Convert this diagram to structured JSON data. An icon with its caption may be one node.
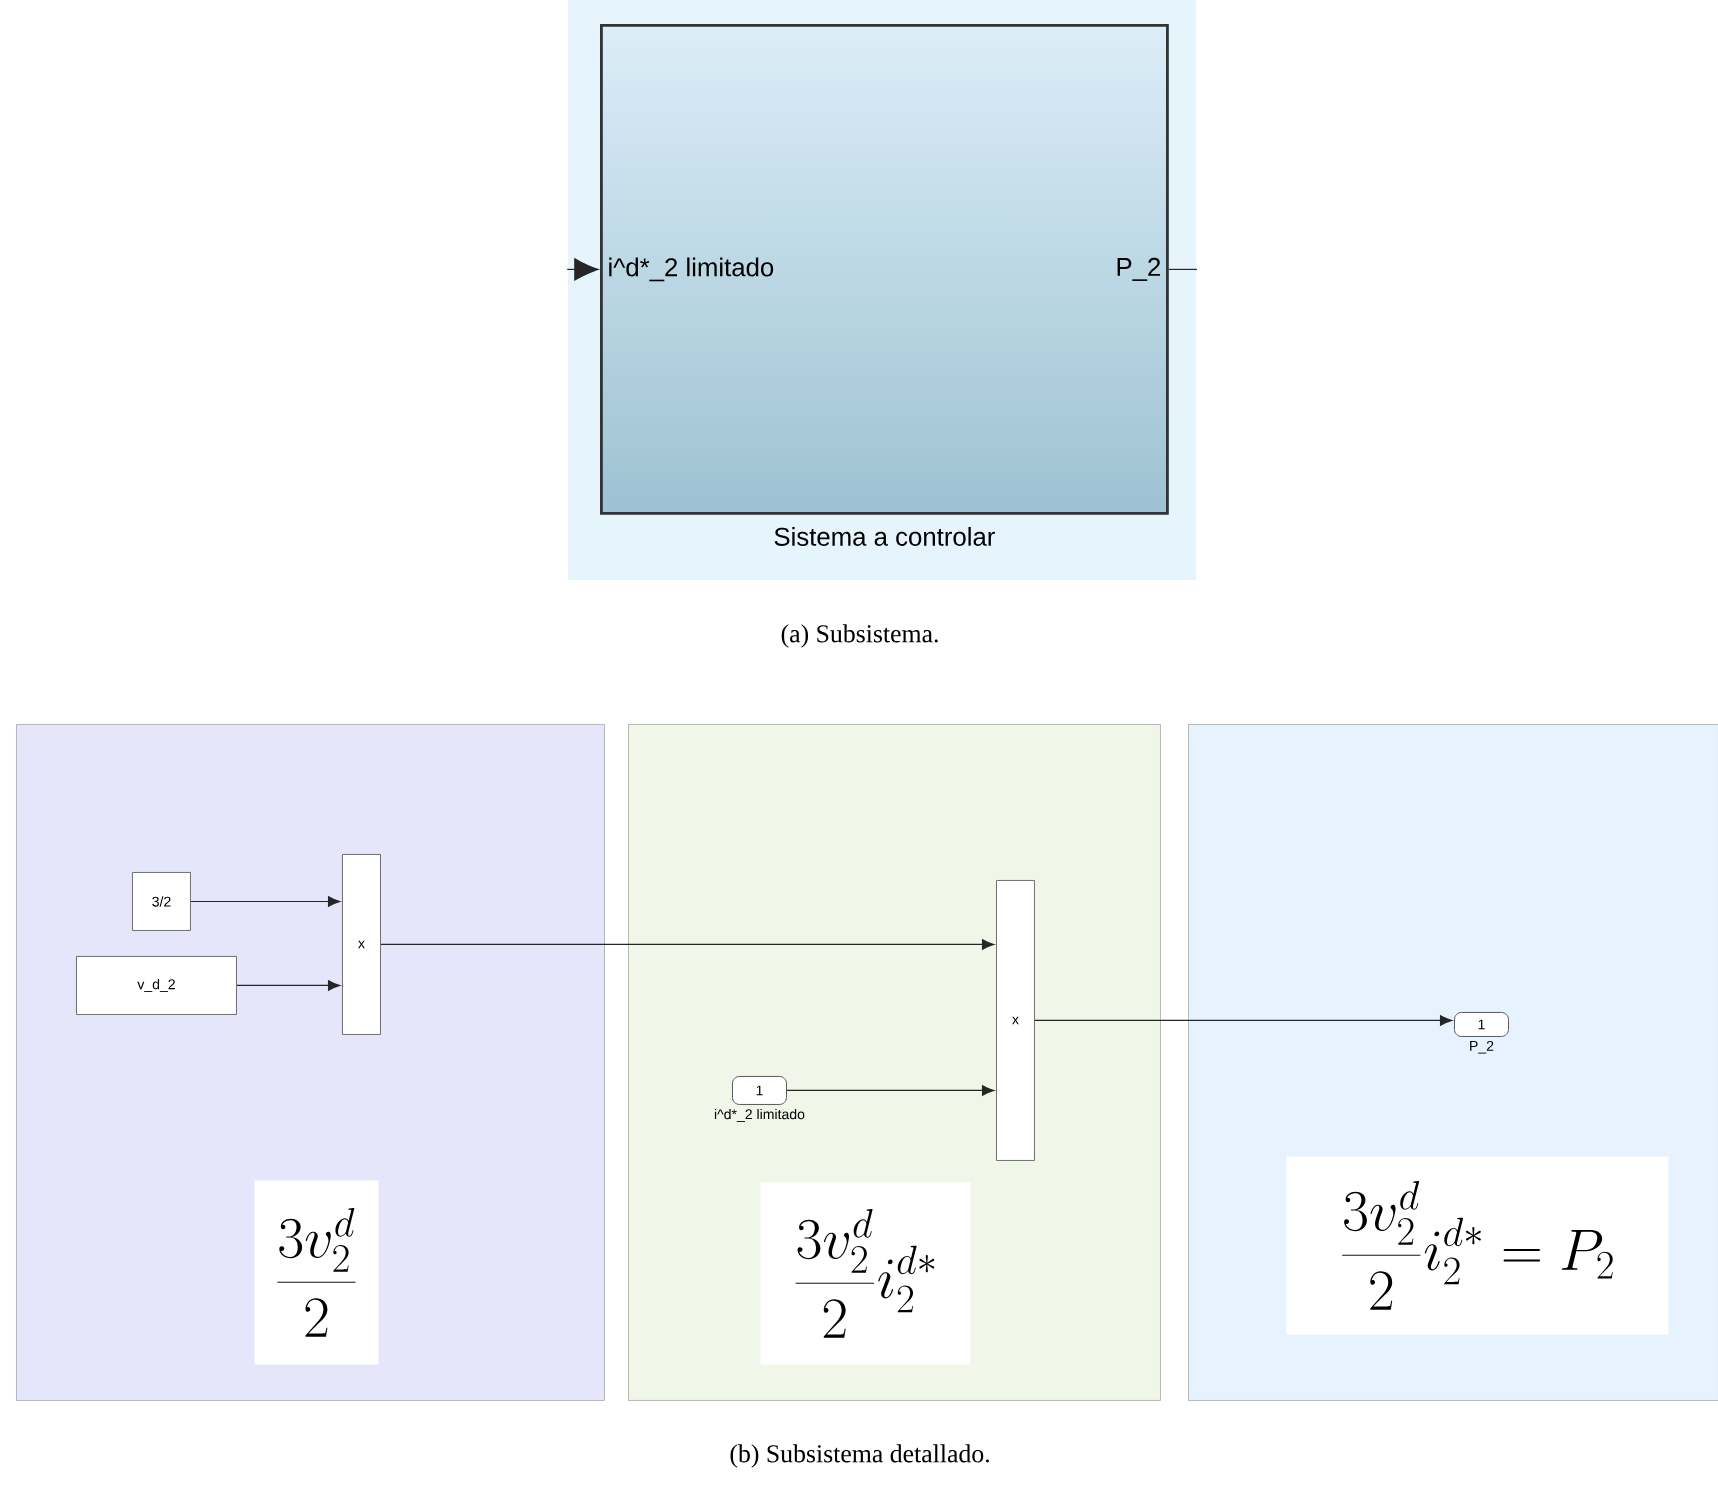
{
  "diagram": {
    "nodes": [
      {
        "text": [
          "i^d*_2 limitado",
          "P_2",
          "Sistema a controlar"
        ]
      },
      {
        "text": [],
        "shape": "box"
      },
      {
        "text": [
          "3/2"
        ],
        "in": 1
      },
      {
        "text": [
          "v_d_2"
        ],
        "in": 1
      },
      {
        "text": [
          "x"
        ],
        "in": 1
      },
      {
        "text": [
          "\\frac{3v_2^d}{2}"
        ],
        "in": 1
      },
      {
        "text": [],
        "shape": "box"
      },
      {
        "text": [
          "1"
        ],
        "in": 6,
        "beside": [
          "i^d*_2 limitado"
        ]
      },
      {
        "text": [
          "x"
        ],
        "in": 6
      },
      {
        "text": [
          "\\frac{3v_2^d}{2} i_2^{d*}"
        ],
        "in": 6
      },
      {
        "text": [],
        "shape": "box"
      },
      {
        "text": [
          "1"
        ],
        "in": 10,
        "beside": [
          "P_2"
        ]
      },
      {
        "text": [
          "\\frac{3v_2^d}{2} i_2^{d*} = P_2"
        ],
        "in": 10
      }
    ],
    "edges": [
      {
        "from": null,
        "to": 0,
        "arrow": "to"
      },
      {
        "from": 0,
        "to": null,
        "arrow": "none"
      },
      {
        "from": 2,
        "to": 4,
        "arrow": "to"
      },
      {
        "from": 3,
        "to": 4,
        "arrow": "to"
      },
      {
        "from": 4,
        "to": 8,
        "arrow": "to"
      },
      {
        "from": 7,
        "to": 8,
        "arrow": "to"
      },
      {
        "from": 8,
        "to": 11,
        "arrow": "to"
      }
    ],
    "labels": [
      "(a) Subsistema.",
      "(b) Subsistema detallado."
    ]
  }
}
